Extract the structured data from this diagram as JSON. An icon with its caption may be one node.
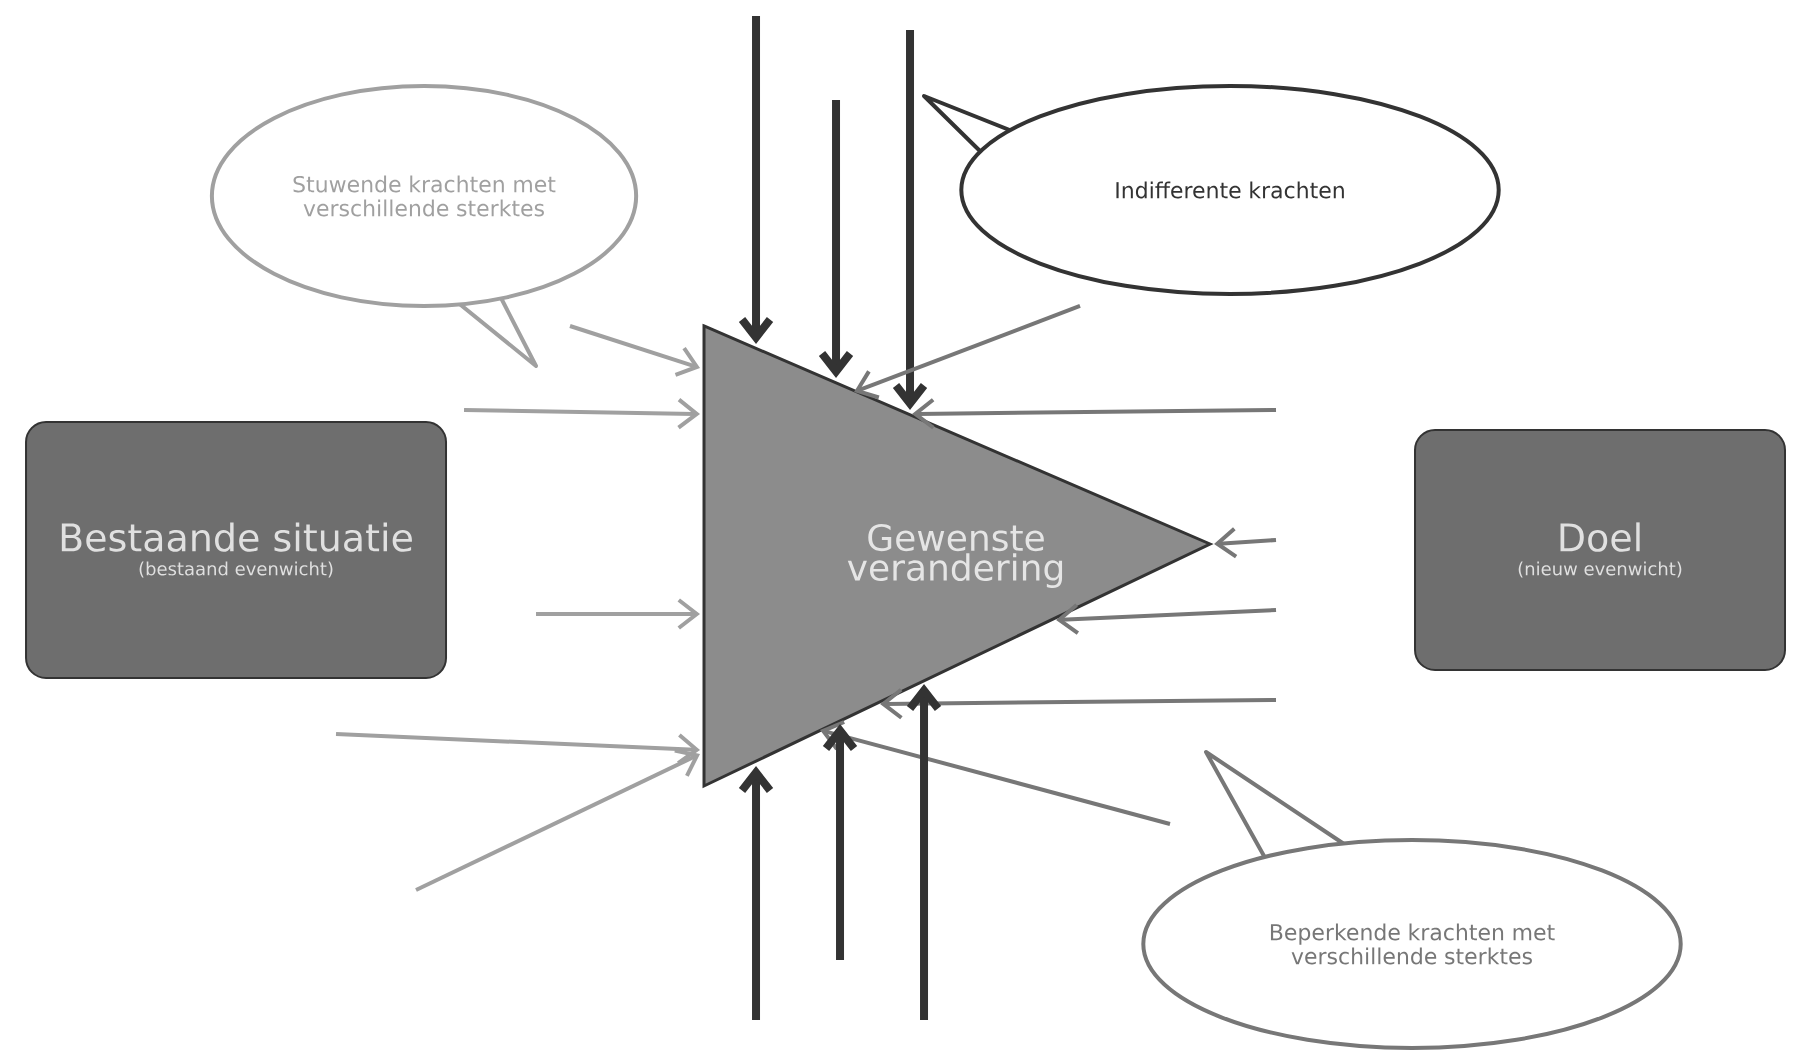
{
  "diagram": {
    "nodes": [
      {
        "text": [
          "Stuwende krachten met verschillende sterktes"
        ]
      },
      {
        "text": [
          "Indifferente krachten"
        ]
      },
      {
        "text": [
          "Bestaande situatie",
          "(bestaand evenwicht)"
        ]
      },
      {
        "text": [
          "Gewenste verandering"
        ]
      },
      {
        "text": [
          "Doel",
          "(nieuw evenwicht)"
        ]
      },
      {
        "text": [
          "Beperkende krachten met verschillende sterktes"
        ]
      }
    ],
    "edges": [
      {
        "from": null,
        "to": 3,
        "arrow": "to",
        "color": "#a0a0a0"
      },
      {
        "from": null,
        "to": 3,
        "arrow": "to",
        "color": "#a0a0a0"
      },
      {
        "from": null,
        "to": 3,
        "arrow": "to",
        "color": "#a0a0a0"
      },
      {
        "from": null,
        "to": 3,
        "arrow": "to",
        "color": "#a0a0a0"
      },
      {
        "from": null,
        "to": 3,
        "arrow": "to",
        "color": "#a0a0a0"
      },
      {
        "from": null,
        "to": 3,
        "arrow": "to",
        "style": "thick",
        "color": "#333333"
      },
      {
        "from": null,
        "to": 3,
        "arrow": "to",
        "style": "thick",
        "color": "#333333"
      },
      {
        "from": null,
        "to": 3,
        "arrow": "to",
        "style": "thick",
        "color": "#333333"
      },
      {
        "from": null,
        "to": 3,
        "arrow": "to"
      },
      {
        "from": null,
        "to": 3,
        "arrow": "to"
      },
      {
        "from": null,
        "to": 3,
        "arrow": "to"
      },
      {
        "from": null,
        "to": 3,
        "arrow": "to"
      },
      {
        "from": null,
        "to": 3,
        "arrow": "to"
      },
      {
        "from": null,
        "to": 3,
        "arrow": "to"
      },
      {
        "from": null,
        "to": 3,
        "arrow": "to",
        "style": "thick",
        "color": "#333333"
      },
      {
        "from": null,
        "to": 3,
        "arrow": "to",
        "style": "thick",
        "color": "#333333"
      },
      {
        "from": null,
        "to": 3,
        "arrow": "to",
        "style": "thick",
        "color": "#333333"
      }
    ]
  }
}
